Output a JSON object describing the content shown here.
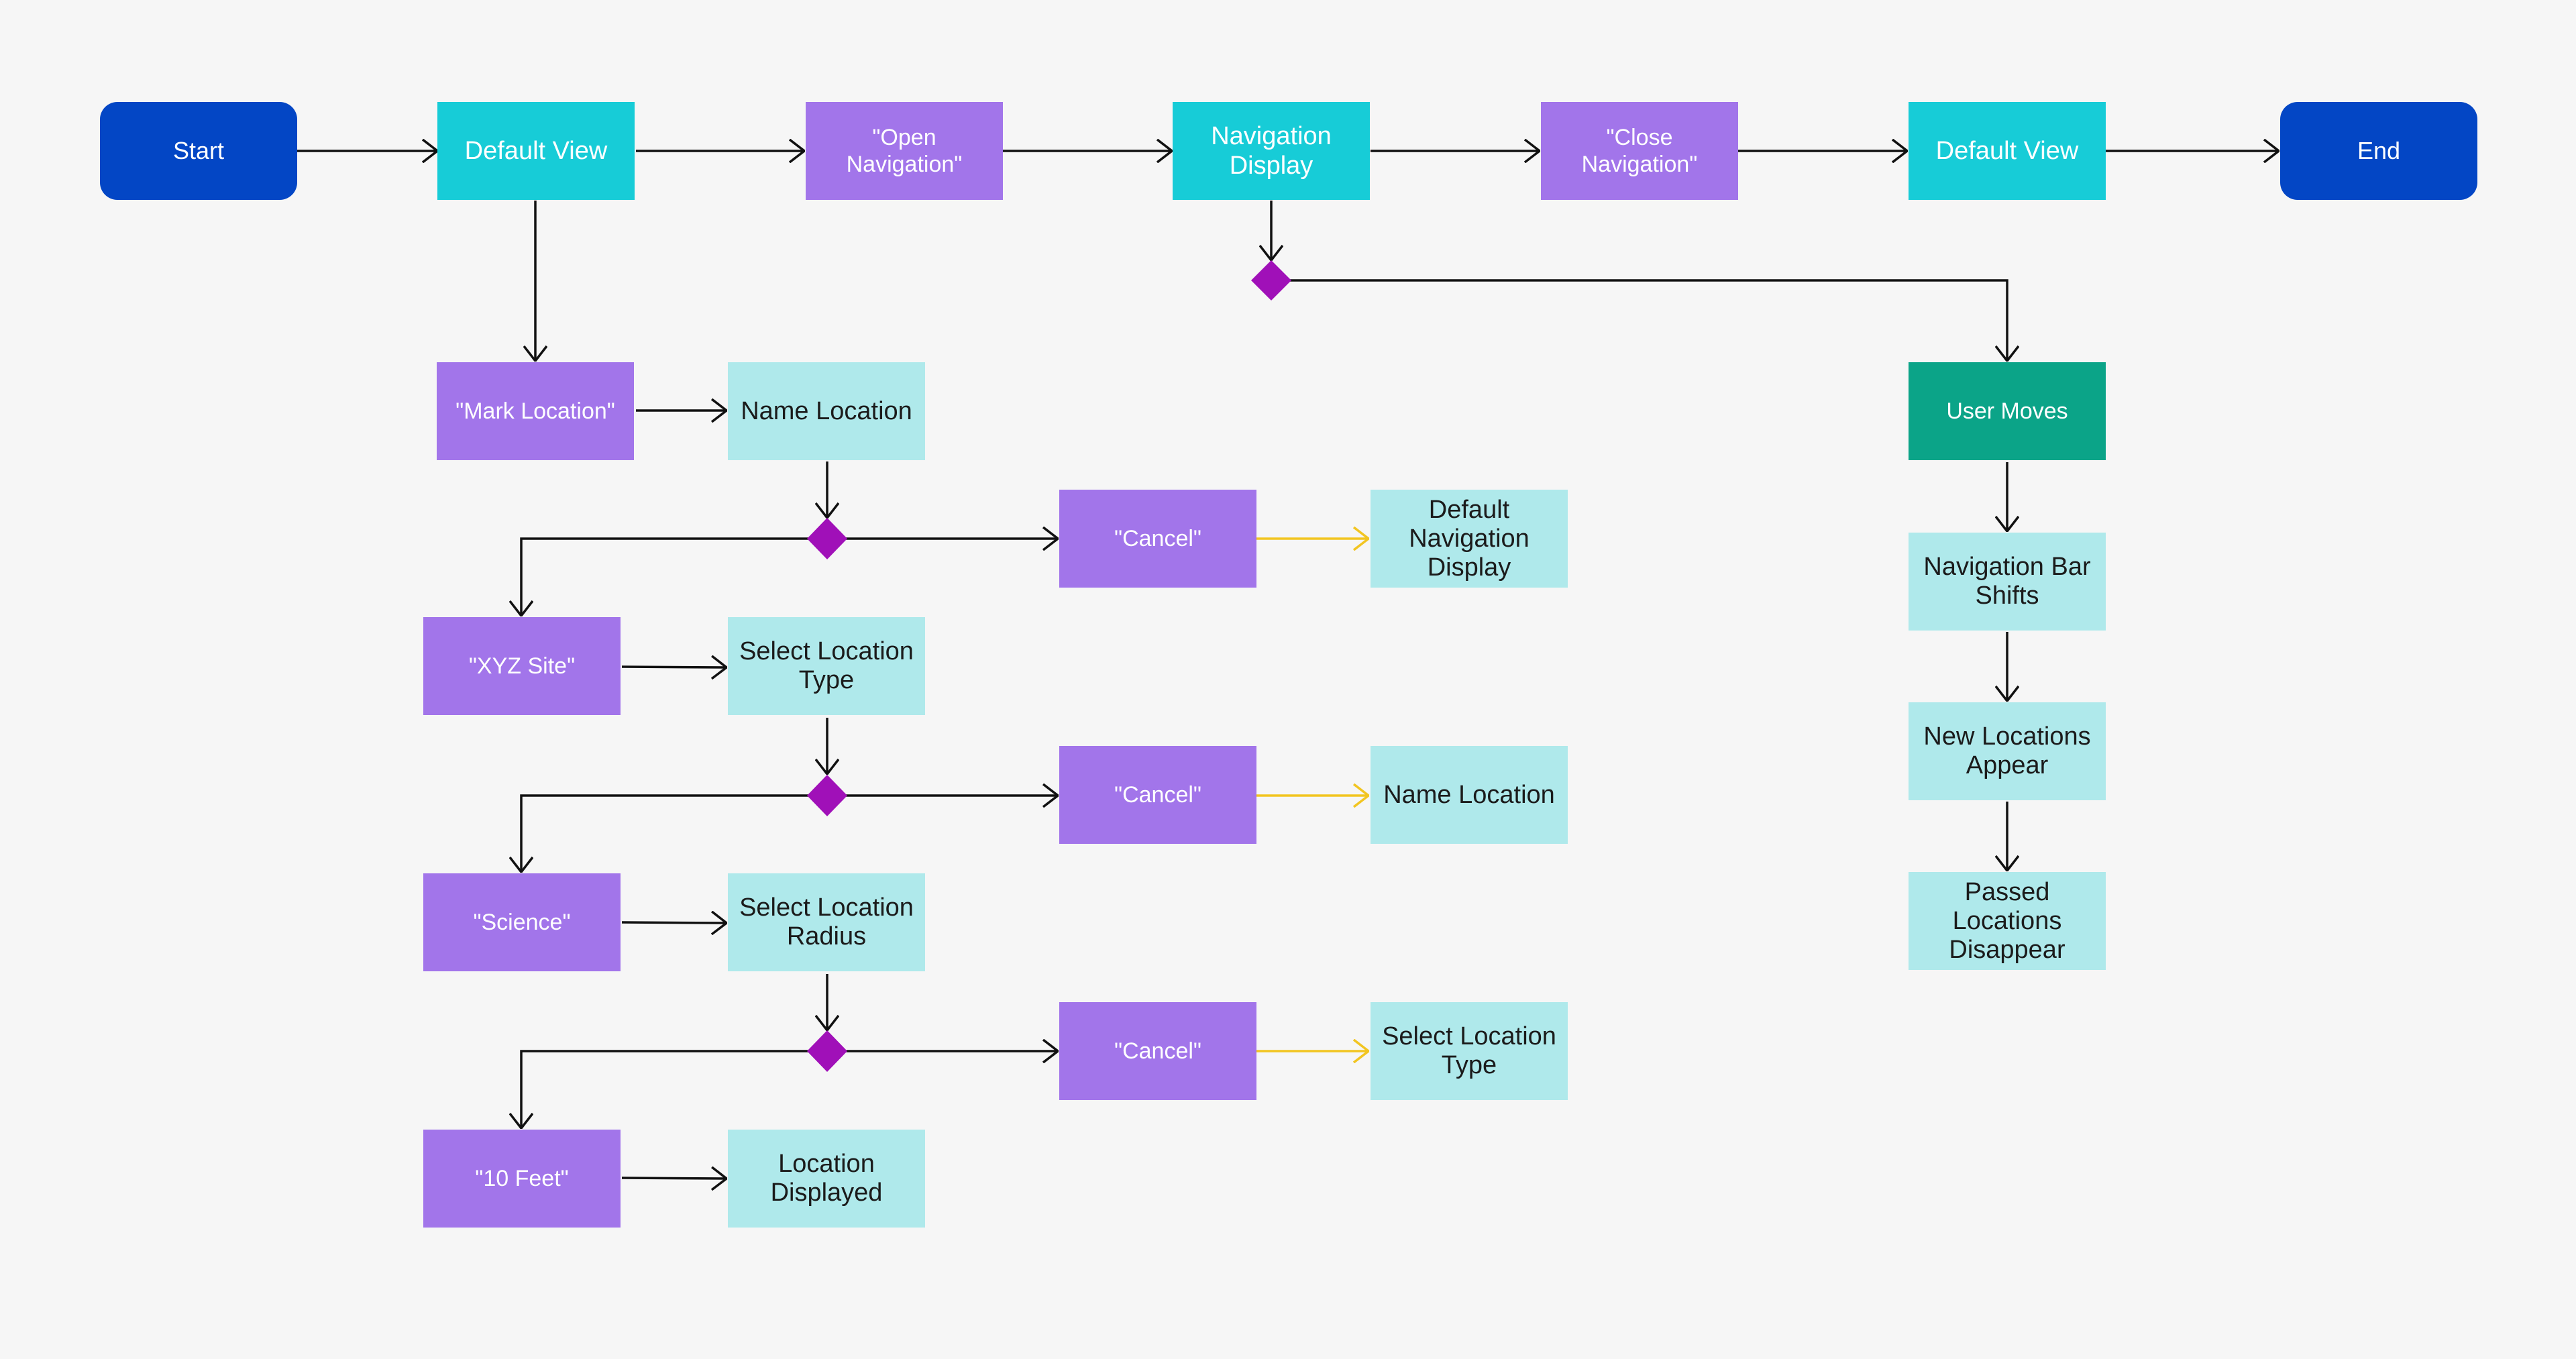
{
  "colors": {
    "background": "#f6f6f6",
    "terminal": "#0346c5",
    "process": "#17ccd7",
    "action": "#a275ea",
    "state": "#afe9eb",
    "event": "#0ba488",
    "decision": "#a010b8",
    "arrow": "#111111",
    "cancel_arrow": "#f2c521"
  },
  "main_flow": {
    "start": "Start",
    "default_view": "Default View",
    "open_navigation": "\"Open\nNavigation\"",
    "navigation_display": "Navigation\nDisplay",
    "close_navigation": "\"Close\nNavigation\"",
    "default_view_end": "Default View",
    "end": "End"
  },
  "mark_branch": {
    "mark_location": "\"Mark Location\"",
    "name_location": "Name Location",
    "xyz_site": "\"XYZ Site\"",
    "select_location_type": "Select Location\nType",
    "science": "\"Science\"",
    "select_location_radius": "Select Location\nRadius",
    "ten_feet": "\"10 Feet\"",
    "location_displayed": "Location\nDisplayed"
  },
  "cancel_paths": [
    {
      "action": "\"Cancel\"",
      "result": "Default\nNavigation\nDisplay"
    },
    {
      "action": "\"Cancel\"",
      "result": "Name Location"
    },
    {
      "action": "\"Cancel\"",
      "result": "Select Location\nType"
    }
  ],
  "movement_branch": {
    "user_moves": "User Moves",
    "navigation_bar_shifts": "Navigation Bar\nShifts",
    "new_locations_appear": "New Locations\nAppear",
    "passed_locations_disappear": "Passed\nLocations\nDisappear"
  }
}
